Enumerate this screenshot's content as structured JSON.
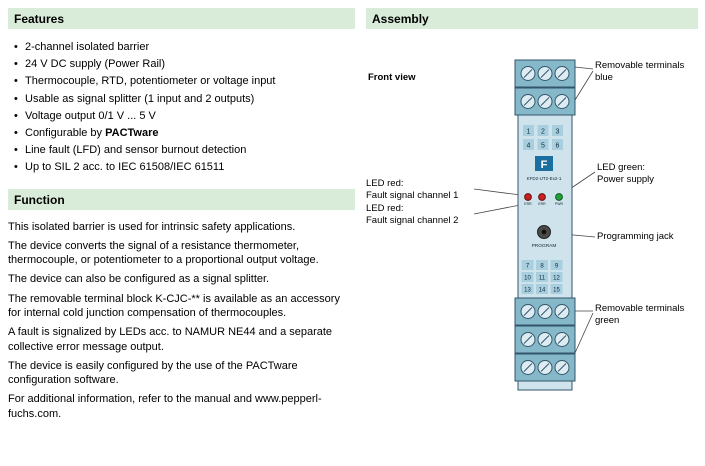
{
  "colors": {
    "header_bg": "#d9ecd9",
    "device_body": "#cfe3ec",
    "terminal_block": "#85b8c8",
    "screw": "#ddecf2",
    "chip": "#a9cfdf",
    "led_red": "#cc2020",
    "led_green": "#23a03c",
    "logo_blue": "#1a6f9e",
    "jack": "#4a4a4a"
  },
  "features": {
    "title": "Features",
    "items": [
      "2-channel isolated barrier",
      "24 V DC supply (Power Rail)",
      "Thermocouple, RTD, potentiometer or voltage input",
      "Usable as signal splitter (1 input and 2 outputs)",
      "Voltage output 0/1 V ... 5 V",
      "Configurable by",
      "Line fault (LFD) and sensor burnout detection",
      "Up to SIL 2 acc. to IEC 61508/IEC 61511"
    ],
    "pactware": "PACTware"
  },
  "function": {
    "title": "Function",
    "paragraphs": [
      "This isolated barrier is used for intrinsic safety applications.",
      "The device converts the signal of a resistance thermometer, thermocouple, or potentiometer to a proportional output voltage.",
      "The device can also be configured as a signal splitter.",
      "The removable terminal block K-CJC-** is available as an accessory for internal cold junction compensation of thermocouples.",
      "A fault is signalized by LEDs acc. to NAMUR NE44 and a separate collective error message output.",
      "The device is easily configured by the use of the PACTware configuration software.",
      "For additional information, refer to the manual and www.pepperl-fuchs.com."
    ]
  },
  "assembly": {
    "title": "Assembly",
    "front_view_label": "Front view",
    "labels": {
      "terminals_blue": "Removable terminals\nblue",
      "led_green": "LED green:\nPower supply",
      "programming_jack": "Programming jack",
      "terminals_green": "Removable terminals\ngreen",
      "led_red_1": "LED red:\nFault signal channel 1",
      "led_red_2": "LED red:\nFault signal channel 2"
    },
    "device": {
      "model": "KFD2-UT2-Ex2-1",
      "logo_letter": "F",
      "top_terminals": [
        "1",
        "2",
        "3",
        "4",
        "5",
        "6"
      ],
      "bottom_terminals": [
        "7",
        "8",
        "9",
        "10",
        "11",
        "12",
        "13",
        "14",
        "15"
      ],
      "led_captions": [
        "ERR",
        "ERR",
        "PWR"
      ],
      "program_label": "PROGRAM"
    }
  }
}
